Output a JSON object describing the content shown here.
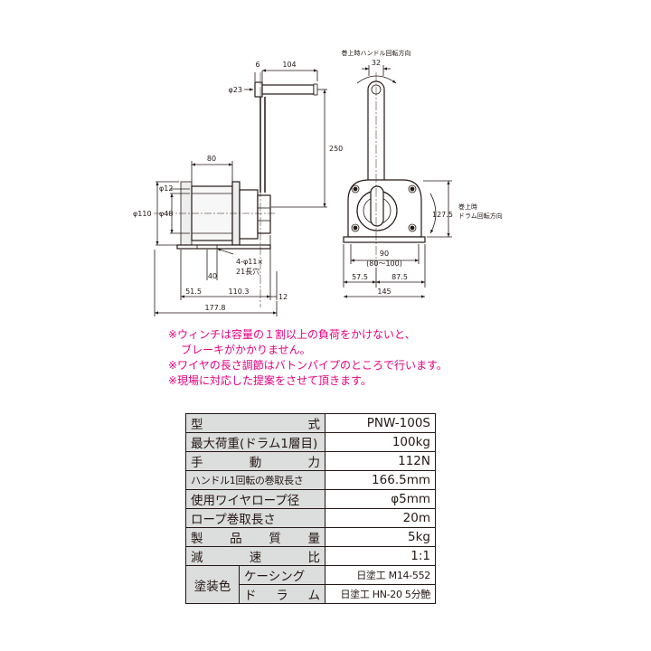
{
  "drawing": {
    "dims": {
      "d6": "6",
      "d104": "104",
      "d23": "φ23",
      "d250": "250",
      "d80": "80",
      "d12": "φ12",
      "d110": "φ110",
      "d48": "φ48",
      "d_holes_1": "4-φ11×",
      "d_holes_2": "21長穴",
      "d40": "40",
      "d51_5": "51.5",
      "d110_3": "110.3",
      "d12r": "12",
      "d177_8": "177.8",
      "d32": "32",
      "d127_5": "127.5",
      "d90": "90",
      "d80_100": "(80〜100)",
      "d57_5": "57.5",
      "d87_5": "87.5",
      "d145": "145"
    },
    "handle_dir_label": "巻上時ハンドル回転方向",
    "drum_dir_label_1": "巻上時",
    "drum_dir_label_2": "ドラム回転方向"
  },
  "notes": [
    "※ウィンチは容量の１割以上の負荷をかけないと、",
    "ブレーキがかかりません。",
    "※ワイヤの長さ調節はバトンパイプのところで行います。",
    "※現場に対応した提案をさせて頂きます。"
  ],
  "spec": {
    "model_chars": [
      "型",
      "式"
    ],
    "model_value": "PNW-100S",
    "max_load_label": "最大荷重(ドラム1層目)",
    "max_load_value": "100kg",
    "manual_force_chars": [
      "手",
      "動",
      "力"
    ],
    "manual_force_value": "112N",
    "wind_length_label": "ハンドル1回転の巻取長さ",
    "wind_length_value": "166.5mm",
    "rope_dia_label": "使用ワイヤロープ径",
    "rope_dia_value": "φ5mm",
    "rope_length_label": "ロープ巻取長さ",
    "rope_length_value": "20m",
    "weight_chars": [
      "製",
      "品",
      "質",
      "量"
    ],
    "weight_value": "5kg",
    "ratio_chars": [
      "減",
      "速",
      "比"
    ],
    "ratio_value": "1:1",
    "paint_label": "塗装色",
    "casing_label": "ケーシング",
    "casing_value": "日塗工 M14-552",
    "drum_chars": [
      "ド",
      "ラ",
      "ム"
    ],
    "drum_value": "日塗工 HN-20 5分艶"
  },
  "colors": {
    "note_text": "#e4007f",
    "label_bg": "#dcdddd",
    "line": "#231815"
  }
}
